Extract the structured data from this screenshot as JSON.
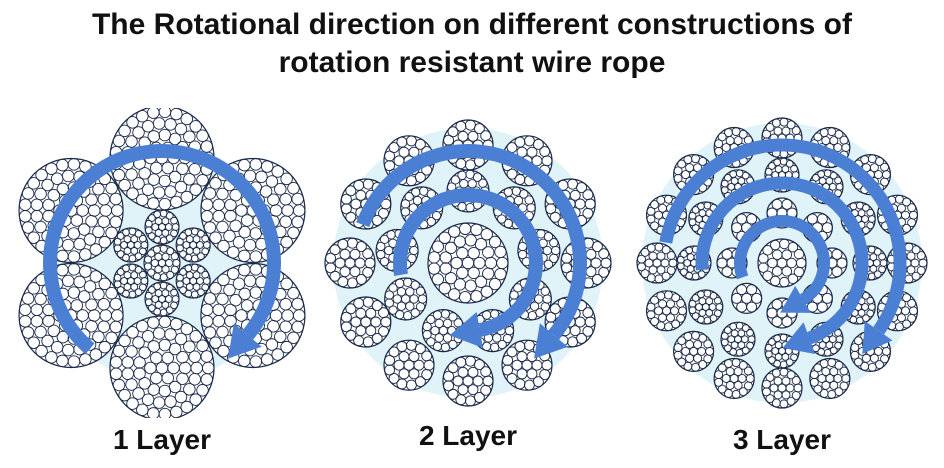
{
  "title": {
    "line1": "The Rotational direction on different constructions of",
    "line2": "rotation resistant wire rope"
  },
  "colors": {
    "wire_stroke": "#1a2a4a",
    "strand_fill": "#ffffff",
    "core_fill": "#dff3f8",
    "arrow": "#4a7fd4"
  },
  "diagrams": [
    {
      "label": "1 Layer"
    },
    {
      "label": "2 Layer"
    },
    {
      "label": "3 Layer"
    }
  ]
}
